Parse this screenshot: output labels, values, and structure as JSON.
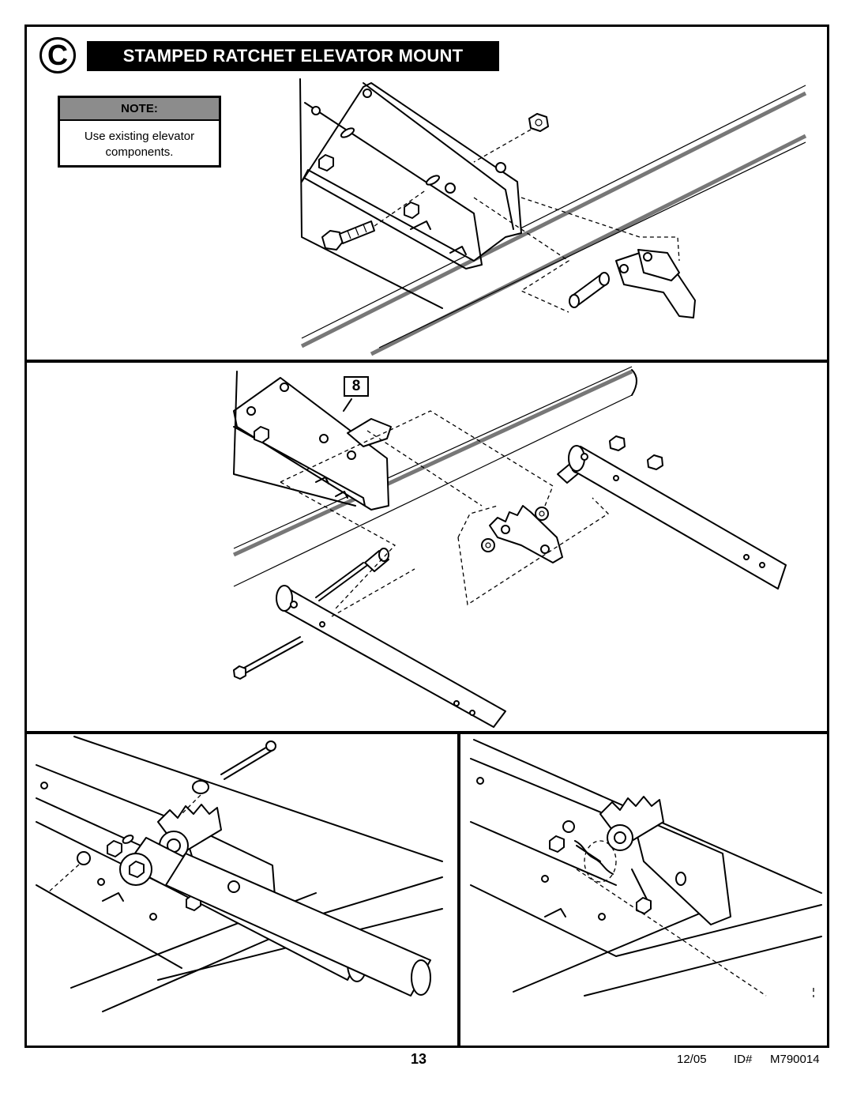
{
  "header": {
    "step_letter": "C",
    "title": "STAMPED RATCHET ELEVATOR MOUNT"
  },
  "note": {
    "heading": "NOTE:",
    "line1": "Use existing elevator",
    "line2": "components."
  },
  "callouts": {
    "part_number": "8"
  },
  "footer": {
    "page_number": "13",
    "date": "12/05",
    "id_label": "ID#",
    "id_value": "M790014"
  }
}
